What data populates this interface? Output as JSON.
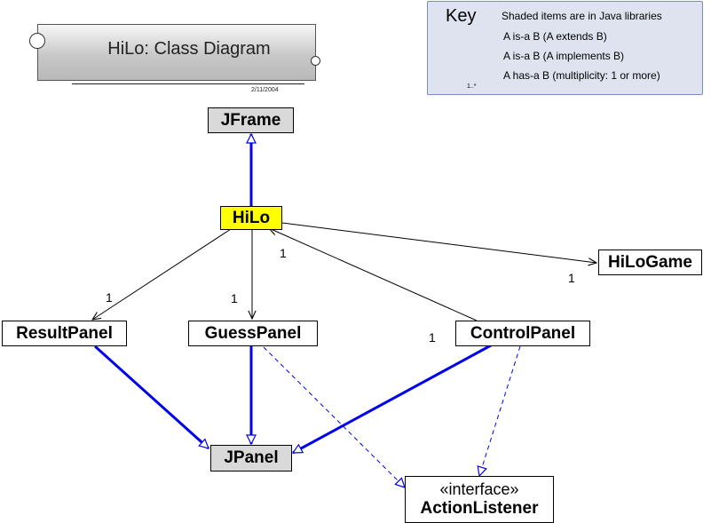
{
  "title": {
    "text": "HiLo:  Class Diagram",
    "date": "2/11/2004"
  },
  "key": {
    "heading": "Key",
    "note": "Shaded items are in Java libraries",
    "extends_label": "A is-a B   (A extends B)",
    "implements_label": "A is-a B   (A implements B)",
    "has_label": "A has-a B (multiplicity: 1 or more)",
    "has_multiplicity": "1..*"
  },
  "classes": {
    "jframe": "JFrame",
    "hilo": "HiLo",
    "hilogame": "HiLoGame",
    "resultpanel": "ResultPanel",
    "guesspanel": "GuessPanel",
    "controlpanel": "ControlPanel",
    "jpanel": "JPanel",
    "actionlistener_stereotype": "«interface»",
    "actionlistener": "ActionListener"
  },
  "multiplicities": {
    "hilo_resultpanel": "1",
    "hilo_guesspanel": "1",
    "controlpanel_hilo": "1",
    "hilo_hilogame": "1",
    "controlpanel_end": "1"
  },
  "colors": {
    "extends": "#0000ee",
    "implements": "#0000ee",
    "association": "#000000",
    "library_fill": "#d9d9d9",
    "highlight_fill": "#ffff00"
  }
}
